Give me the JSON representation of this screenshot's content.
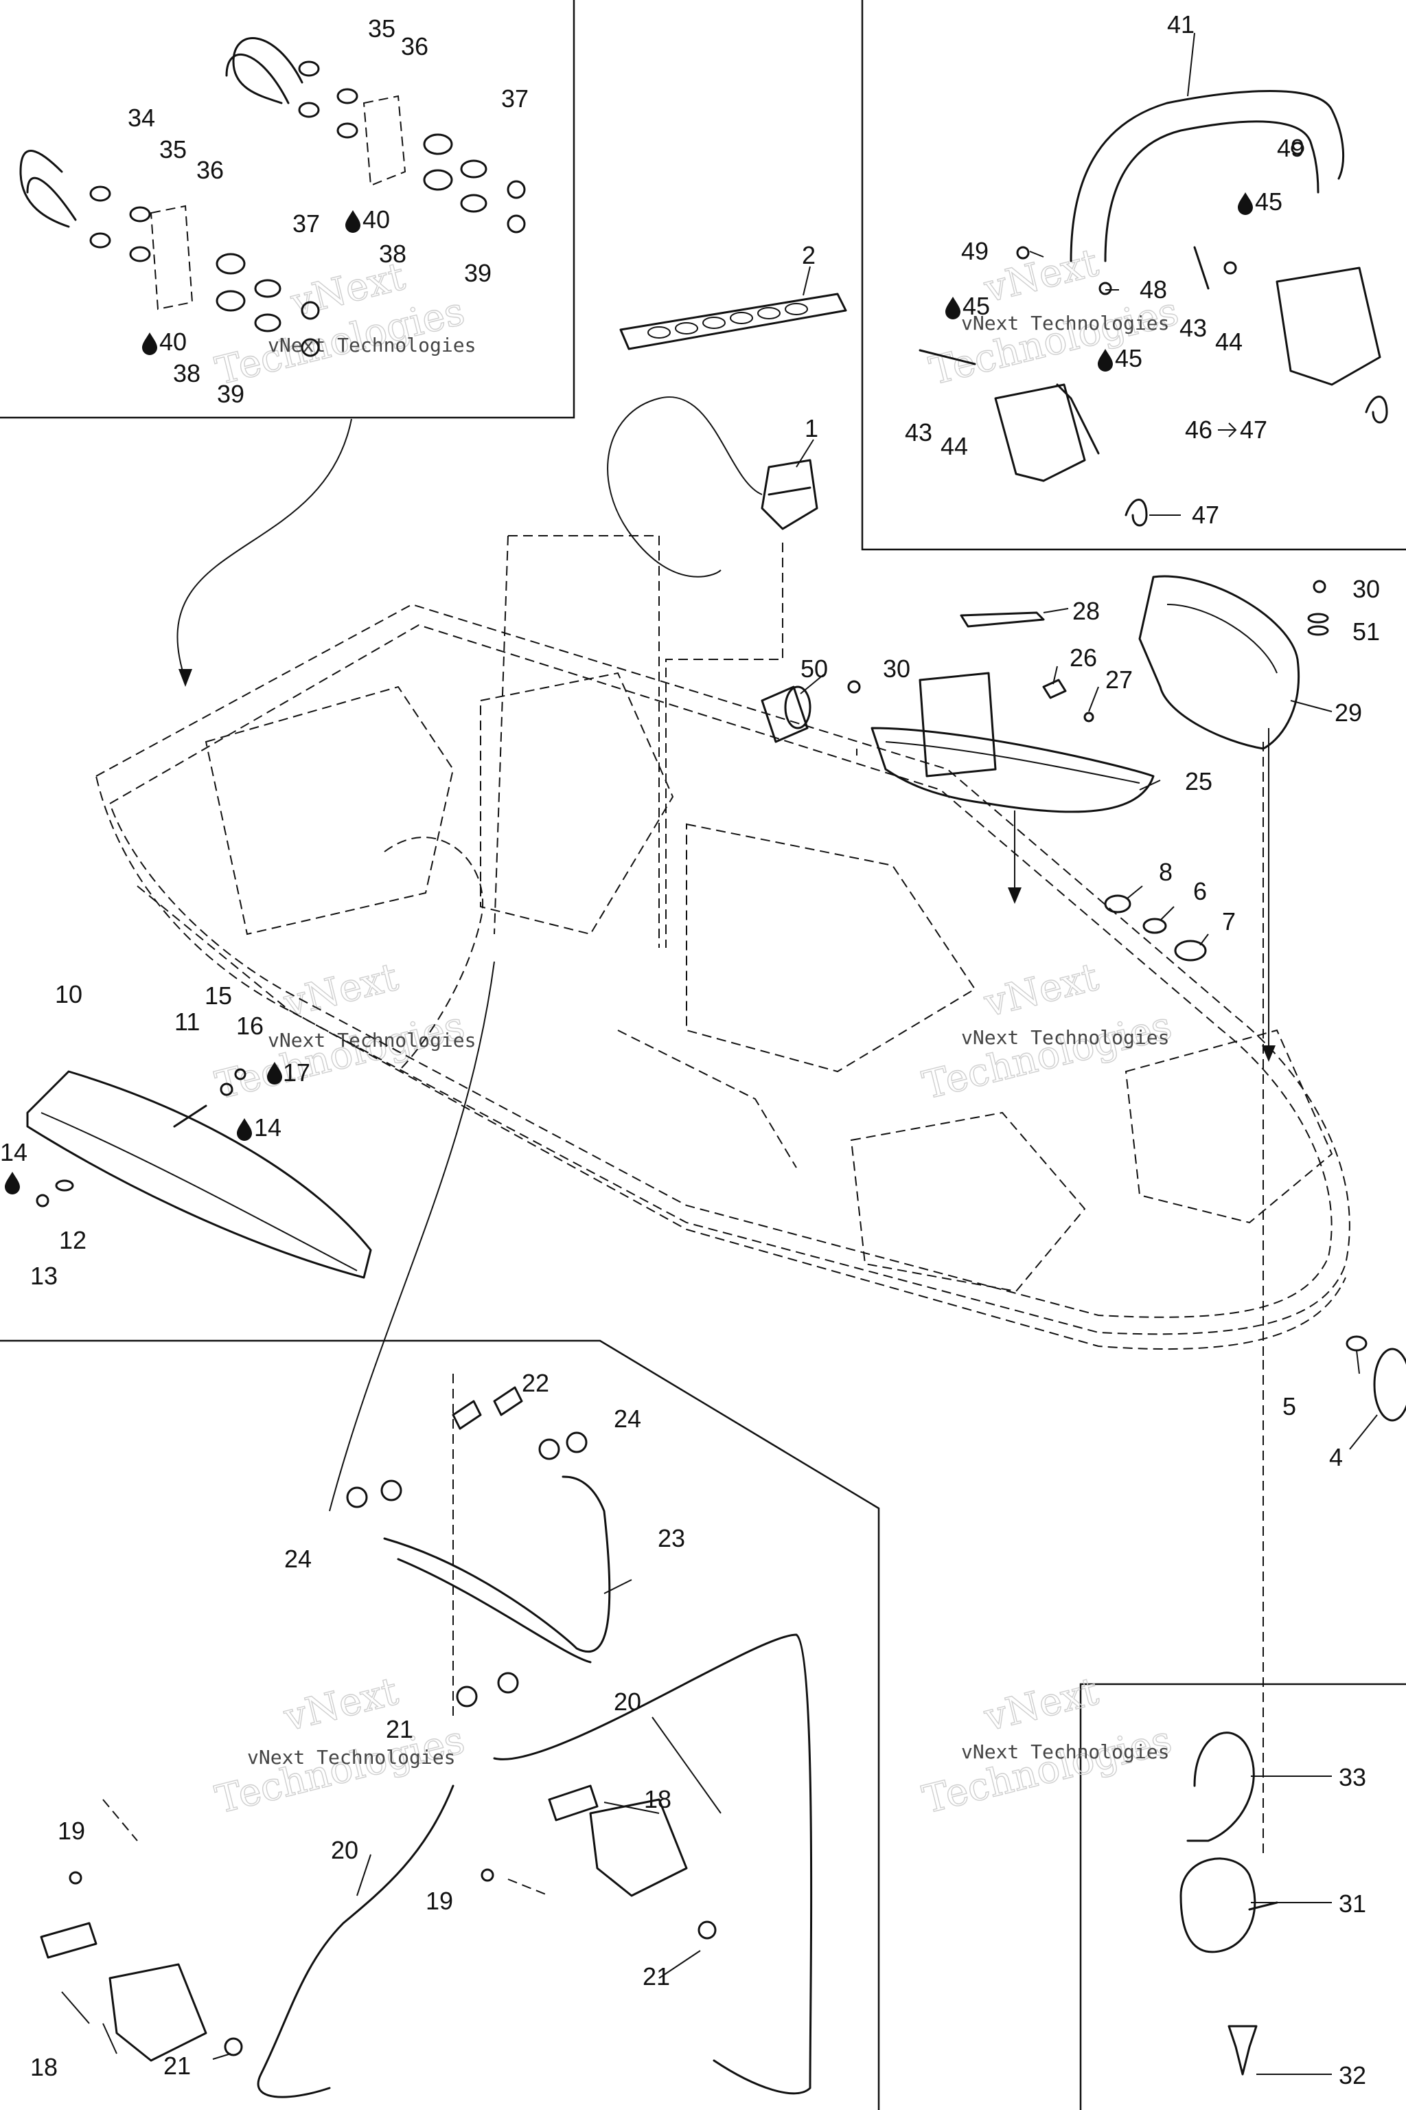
{
  "watermark": {
    "line1": "vNext",
    "line2": "Technologies",
    "small": "vNext Technologies"
  },
  "icons": {
    "oil": "oil-drop-icon",
    "arrow": "right-arrow-icon"
  },
  "callouts": {
    "c1": "1",
    "c2": "2",
    "c4": "4",
    "c5": "5",
    "c6": "6",
    "c7": "7",
    "c8": "8",
    "c10": "10",
    "c11": "11",
    "c12": "12",
    "c13": "13",
    "c14a": "14",
    "c14b": "14",
    "c15": "15",
    "c16": "16",
    "c17": "17",
    "c18a": "18",
    "c18b": "18",
    "c19a": "19",
    "c19b": "19",
    "c20a": "20",
    "c20b": "20",
    "c21a": "21",
    "c21b": "21",
    "c21c": "21",
    "c22": "22",
    "c23": "23",
    "c24a": "24",
    "c24b": "24",
    "c25": "25",
    "c26": "26",
    "c27": "27",
    "c28": "28",
    "c29": "29",
    "c30a": "30",
    "c30b": "30",
    "c31": "31",
    "c32": "32",
    "c33": "33",
    "c34": "34",
    "c35a": "35",
    "c35b": "35",
    "c36a": "36",
    "c36b": "36",
    "c37a": "37",
    "c37b": "37",
    "c38a": "38",
    "c38b": "38",
    "c39a": "39",
    "c39b": "39",
    "c40a": "40",
    "c40b": "40",
    "c41": "41",
    "c43a": "43",
    "c43b": "43",
    "c44a": "44",
    "c44b": "44",
    "c45a": "45",
    "c45b": "45",
    "c45c": "45",
    "c46": "46",
    "c47a": "47",
    "c47b": "47",
    "c48": "48",
    "c49a": "49",
    "c49b": "49",
    "c50": "50",
    "c51": "51"
  }
}
